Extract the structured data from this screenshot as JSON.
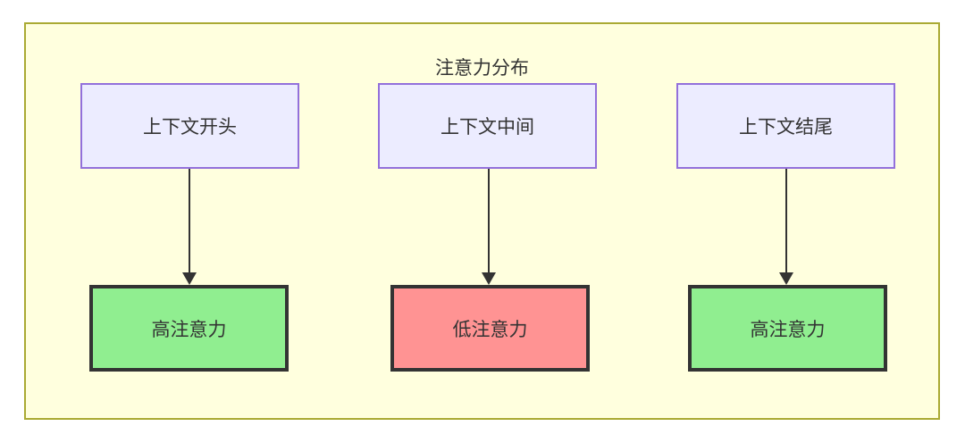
{
  "diagram": {
    "title": "注意力分布",
    "colors": {
      "container_bg": "#ffffde",
      "container_border": "#aaaa33",
      "source_node_bg": "#ececff",
      "source_node_border": "#9370db",
      "high_attention_bg": "#90ee90",
      "low_attention_bg": "#ff9393",
      "result_node_border": "#333333",
      "arrow": "#333333",
      "text": "#333333"
    },
    "columns": [
      {
        "source": "上下文开头",
        "result": "高注意力",
        "level": "high"
      },
      {
        "source": "上下文中间",
        "result": "低注意力",
        "level": "low"
      },
      {
        "source": "上下文结尾",
        "result": "高注意力",
        "level": "high"
      }
    ]
  }
}
